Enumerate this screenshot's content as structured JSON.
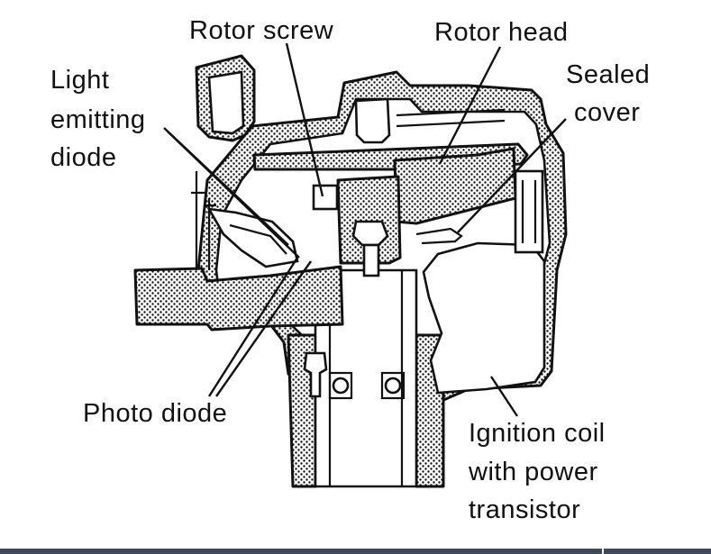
{
  "labels": {
    "rotor_screw": "Rotor screw",
    "rotor_head": "Rotor head",
    "light_emitting": [
      "Light",
      "emitting",
      "diode"
    ],
    "sealed_cover": [
      "Sealed",
      "cover"
    ],
    "photo_diode": "Photo diode",
    "ignition_coil": [
      "Ignition coil",
      "with power",
      "transistor"
    ]
  }
}
